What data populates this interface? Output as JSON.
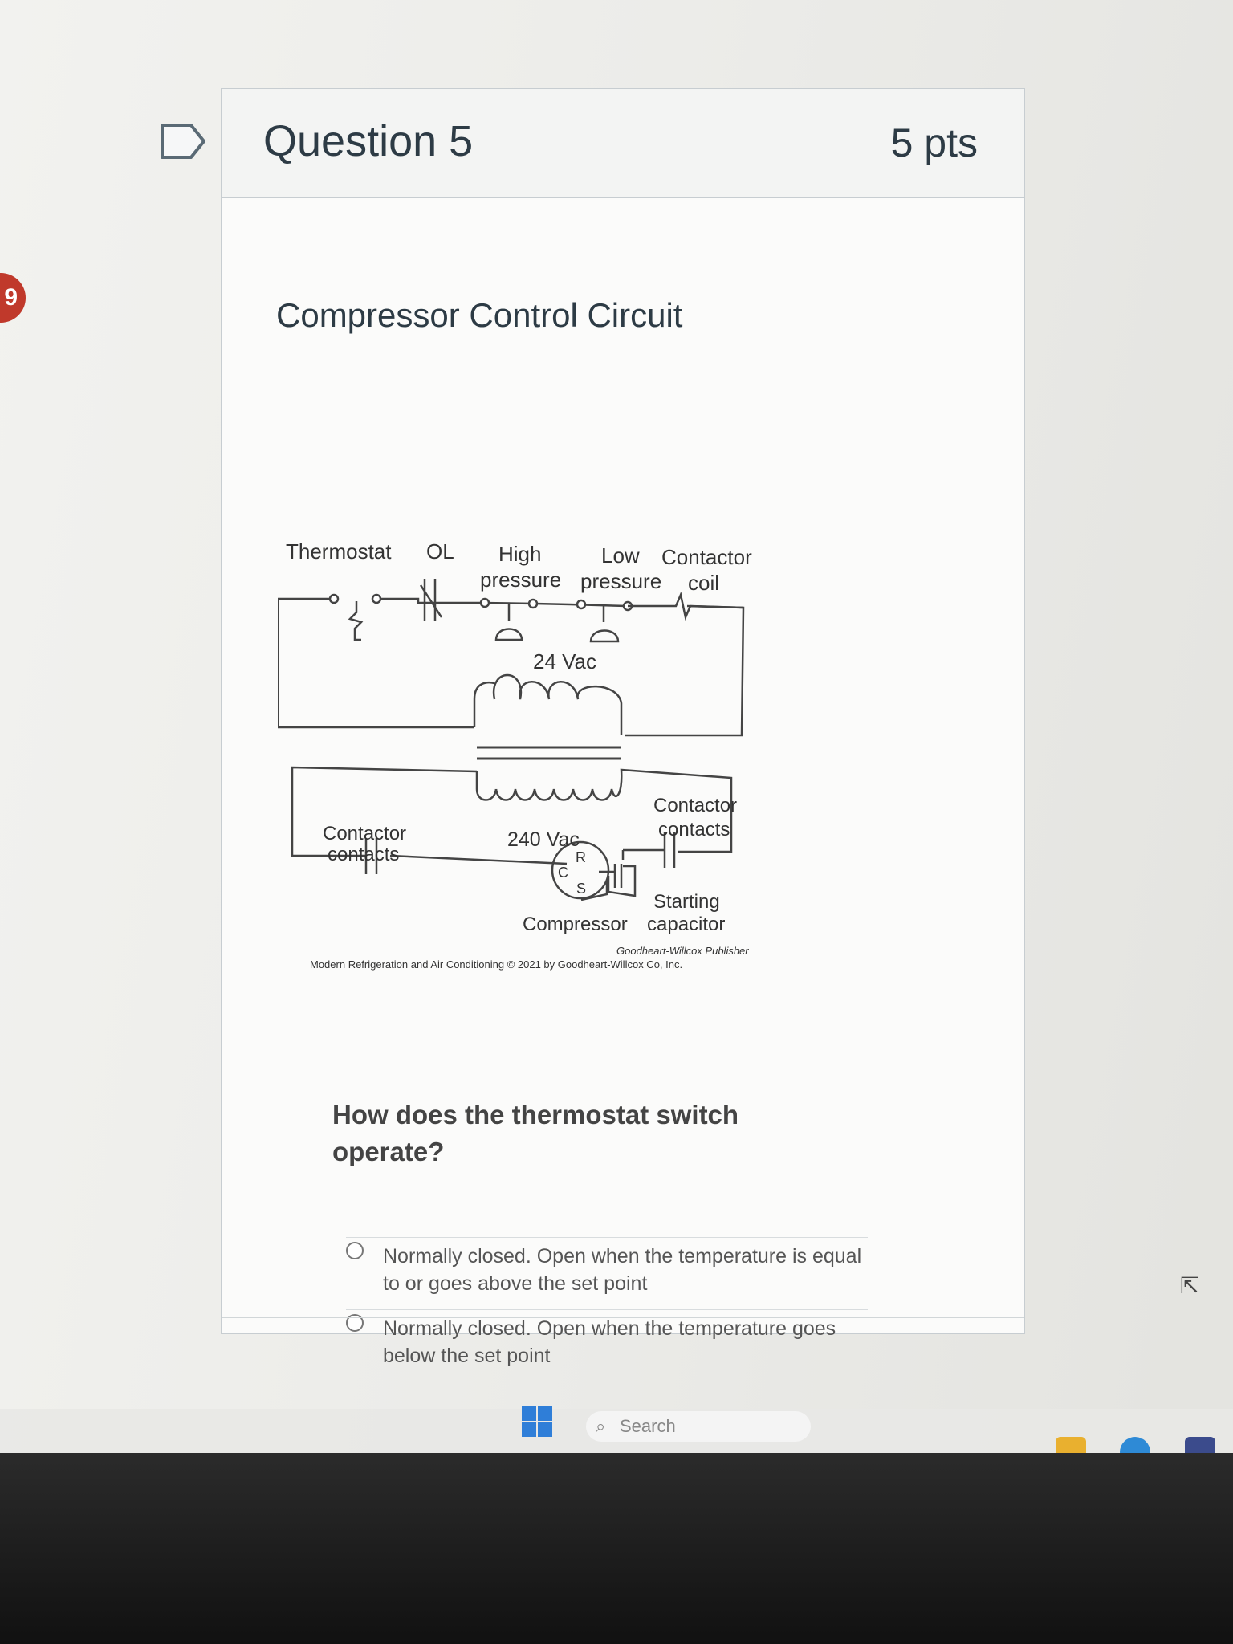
{
  "notification": {
    "count": "9"
  },
  "question": {
    "title": "Question 5",
    "points": "5 pts",
    "content_title": "Compressor Control Circuit",
    "prompt": "How does the thermostat switch operate?",
    "answers": [
      {
        "label": "Normally closed. Open when the temperature is equal to or goes above the set point"
      },
      {
        "label": "Normally closed. Open when the temperature goes below the set point"
      }
    ]
  },
  "diagram": {
    "labels": {
      "thermostat": "Thermostat",
      "ol": "OL",
      "high_pressure_1": "High",
      "high_pressure_2": "pressure",
      "low_pressure_1": "Low",
      "low_pressure_2": "pressure",
      "contactor_coil_1": "Contactor",
      "contactor_coil_2": "coil",
      "vac24": "24 Vac",
      "vac240": "240 Vac",
      "contactor_contacts_left_1": "Contactor",
      "contactor_contacts_left_2": "contacts",
      "contactor_contacts_right_1": "Contactor",
      "contactor_contacts_right_2": "contacts",
      "terminal_r": "R",
      "terminal_c": "C",
      "terminal_s": "S",
      "compressor": "Compressor",
      "starting_capacitor_1": "Starting",
      "starting_capacitor_2": "capacitor",
      "credit_1": "Goodheart-Willcox Publisher",
      "credit_2": "Modern Refrigeration and Air Conditioning © 2021 by Goodheart-Willcox Co, Inc."
    }
  },
  "taskbar": {
    "search_placeholder": "Search",
    "icons": [
      "windows-start-icon",
      "search-icon",
      "file-explorer-icon",
      "edge-browser-icon",
      "store-icon"
    ]
  },
  "colors": {
    "accent": "#2f7ed8",
    "badge": "#c0392b",
    "text": "#2d3b45"
  }
}
